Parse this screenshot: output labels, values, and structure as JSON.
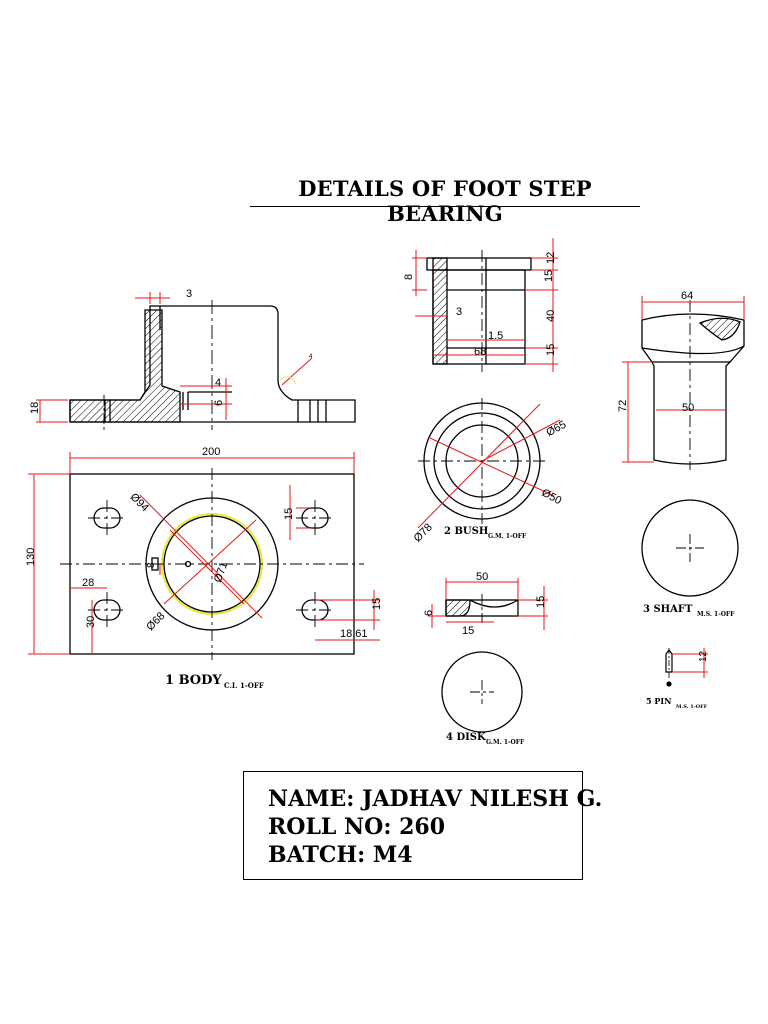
{
  "title": "DETAILS OF FOOT STEP BEARING",
  "parts": {
    "body": {
      "label": "1 BODY",
      "spec": "C.I. 1-OFF"
    },
    "bush": {
      "label": "2 BUSH",
      "spec": "G.M. 1-OFF"
    },
    "shaft": {
      "label": "3 SHAFT",
      "spec": "M.S. 1-OFF"
    },
    "disk": {
      "label": "4 DISK",
      "spec": "G.M. 1-OFF"
    },
    "pin": {
      "label": "5 PIN",
      "spec": "M.S. 1-OFF"
    }
  },
  "dimensions": {
    "body_front": {
      "d3": "3",
      "d4": "4",
      "d6": "6",
      "d18": "18",
      "weld": "4"
    },
    "body_top": {
      "width": "200",
      "height": "130",
      "dia94": "Ø94",
      "dia71": "Ø71",
      "dia68": "Ø68",
      "d8": "8",
      "d15a": "15",
      "d28": "28",
      "d30": "30",
      "d15b": "15",
      "d1861": "18.61"
    },
    "bush_front": {
      "d8": "8",
      "d3": "3",
      "d12": "12",
      "d15a": "15",
      "d40": "40",
      "d15b": "15",
      "d15c": "1.5",
      "d68": "68"
    },
    "bush_top": {
      "dia65": "Ø65",
      "dia50": "Ø50",
      "dia78": "Ø78"
    },
    "shaft": {
      "d64": "64",
      "d72": "72",
      "d50": "50"
    },
    "disk": {
      "d50": "50",
      "d6": "6",
      "d15a": "15",
      "d15b": "15"
    },
    "pin": {
      "d12": "12"
    }
  },
  "student": {
    "name": "NAME: JADHAV NILESH G.",
    "roll": "ROLL NO: 260",
    "batch": "BATCH: M4"
  },
  "colors": {
    "line": "#000000",
    "dimension": "#e41a1a",
    "highlight": "#e8e83a"
  }
}
